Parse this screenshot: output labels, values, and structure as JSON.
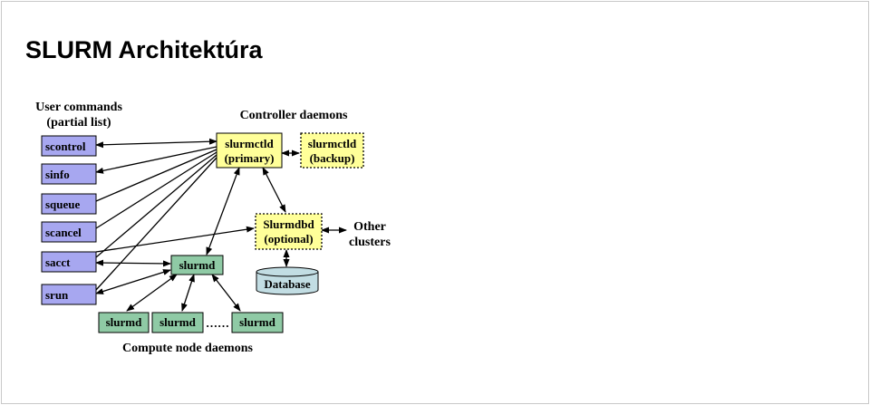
{
  "slide": {
    "title": "SLURM Architektúra"
  },
  "headings": {
    "user_commands": [
      "User commands",
      "(partial list)"
    ],
    "controller_daemons": "Controller daemons",
    "compute_node_daemons": "Compute node daemons",
    "other_clusters": [
      "Other",
      "clusters"
    ]
  },
  "user_commands": [
    "scontrol",
    "sinfo",
    "squeue",
    "scancel",
    "sacct",
    "srun"
  ],
  "controllers": {
    "primary": [
      "slurmctld",
      "(primary)"
    ],
    "backup": [
      "slurmctld",
      "(backup)"
    ]
  },
  "slurmdbd": [
    "Slurmdbd",
    "(optional)"
  ],
  "database": "Database",
  "compute": {
    "central": "slurmd",
    "nodes": [
      "slurmd",
      "slurmd",
      "slurmd"
    ],
    "ellipsis": "……"
  },
  "colors": {
    "user_command_fill": "#a7a7f0",
    "slurmd_fill": "#8fcaa5",
    "controller_fill": "#ffff99",
    "database_fill": "#c2dde3"
  }
}
